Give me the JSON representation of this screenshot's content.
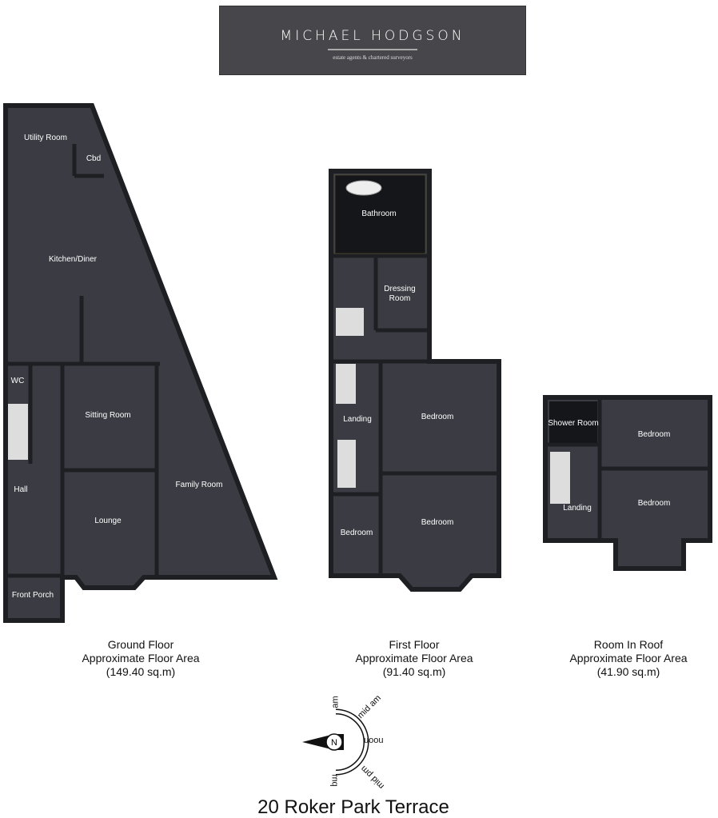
{
  "logo": {
    "name": "MICHAEL HODGSON",
    "tagline": "estate agents & chartered surveyors"
  },
  "ground_floor": {
    "rooms": [
      "Utility Room",
      "Cbd",
      "Kitchen/Diner",
      "WC",
      "Sitting Room",
      "Hall",
      "Family Room",
      "Lounge",
      "Front Porch"
    ],
    "caption": [
      "Ground Floor",
      "Approximate Floor Area",
      "(149.40 sq.m)"
    ]
  },
  "first_floor": {
    "rooms": [
      "Bathroom",
      "Dressing Room",
      "Landing",
      "Bedroom",
      "Bedroom",
      "Bedroom"
    ],
    "caption": [
      "First Floor",
      "Approximate Floor Area",
      "(91.40 sq.m)"
    ]
  },
  "roof_floor": {
    "rooms": [
      "Shower Room",
      "Bedroom",
      "Landing",
      "Bedroom"
    ],
    "caption": [
      "Room In Roof",
      "Approximate Floor Area",
      "(41.90 sq.m)"
    ]
  },
  "compass": {
    "north": "N",
    "am": "am",
    "mid_am": "mid am",
    "noon": "noon",
    "mid_pm": "mid pm",
    "pm": "pm"
  },
  "title": "20 Roker Park Terrace",
  "colors": {
    "room": "#3b3c43",
    "wall": "#1e1f23",
    "bathroom": "#15161a",
    "logo_bg": "#47474b"
  }
}
